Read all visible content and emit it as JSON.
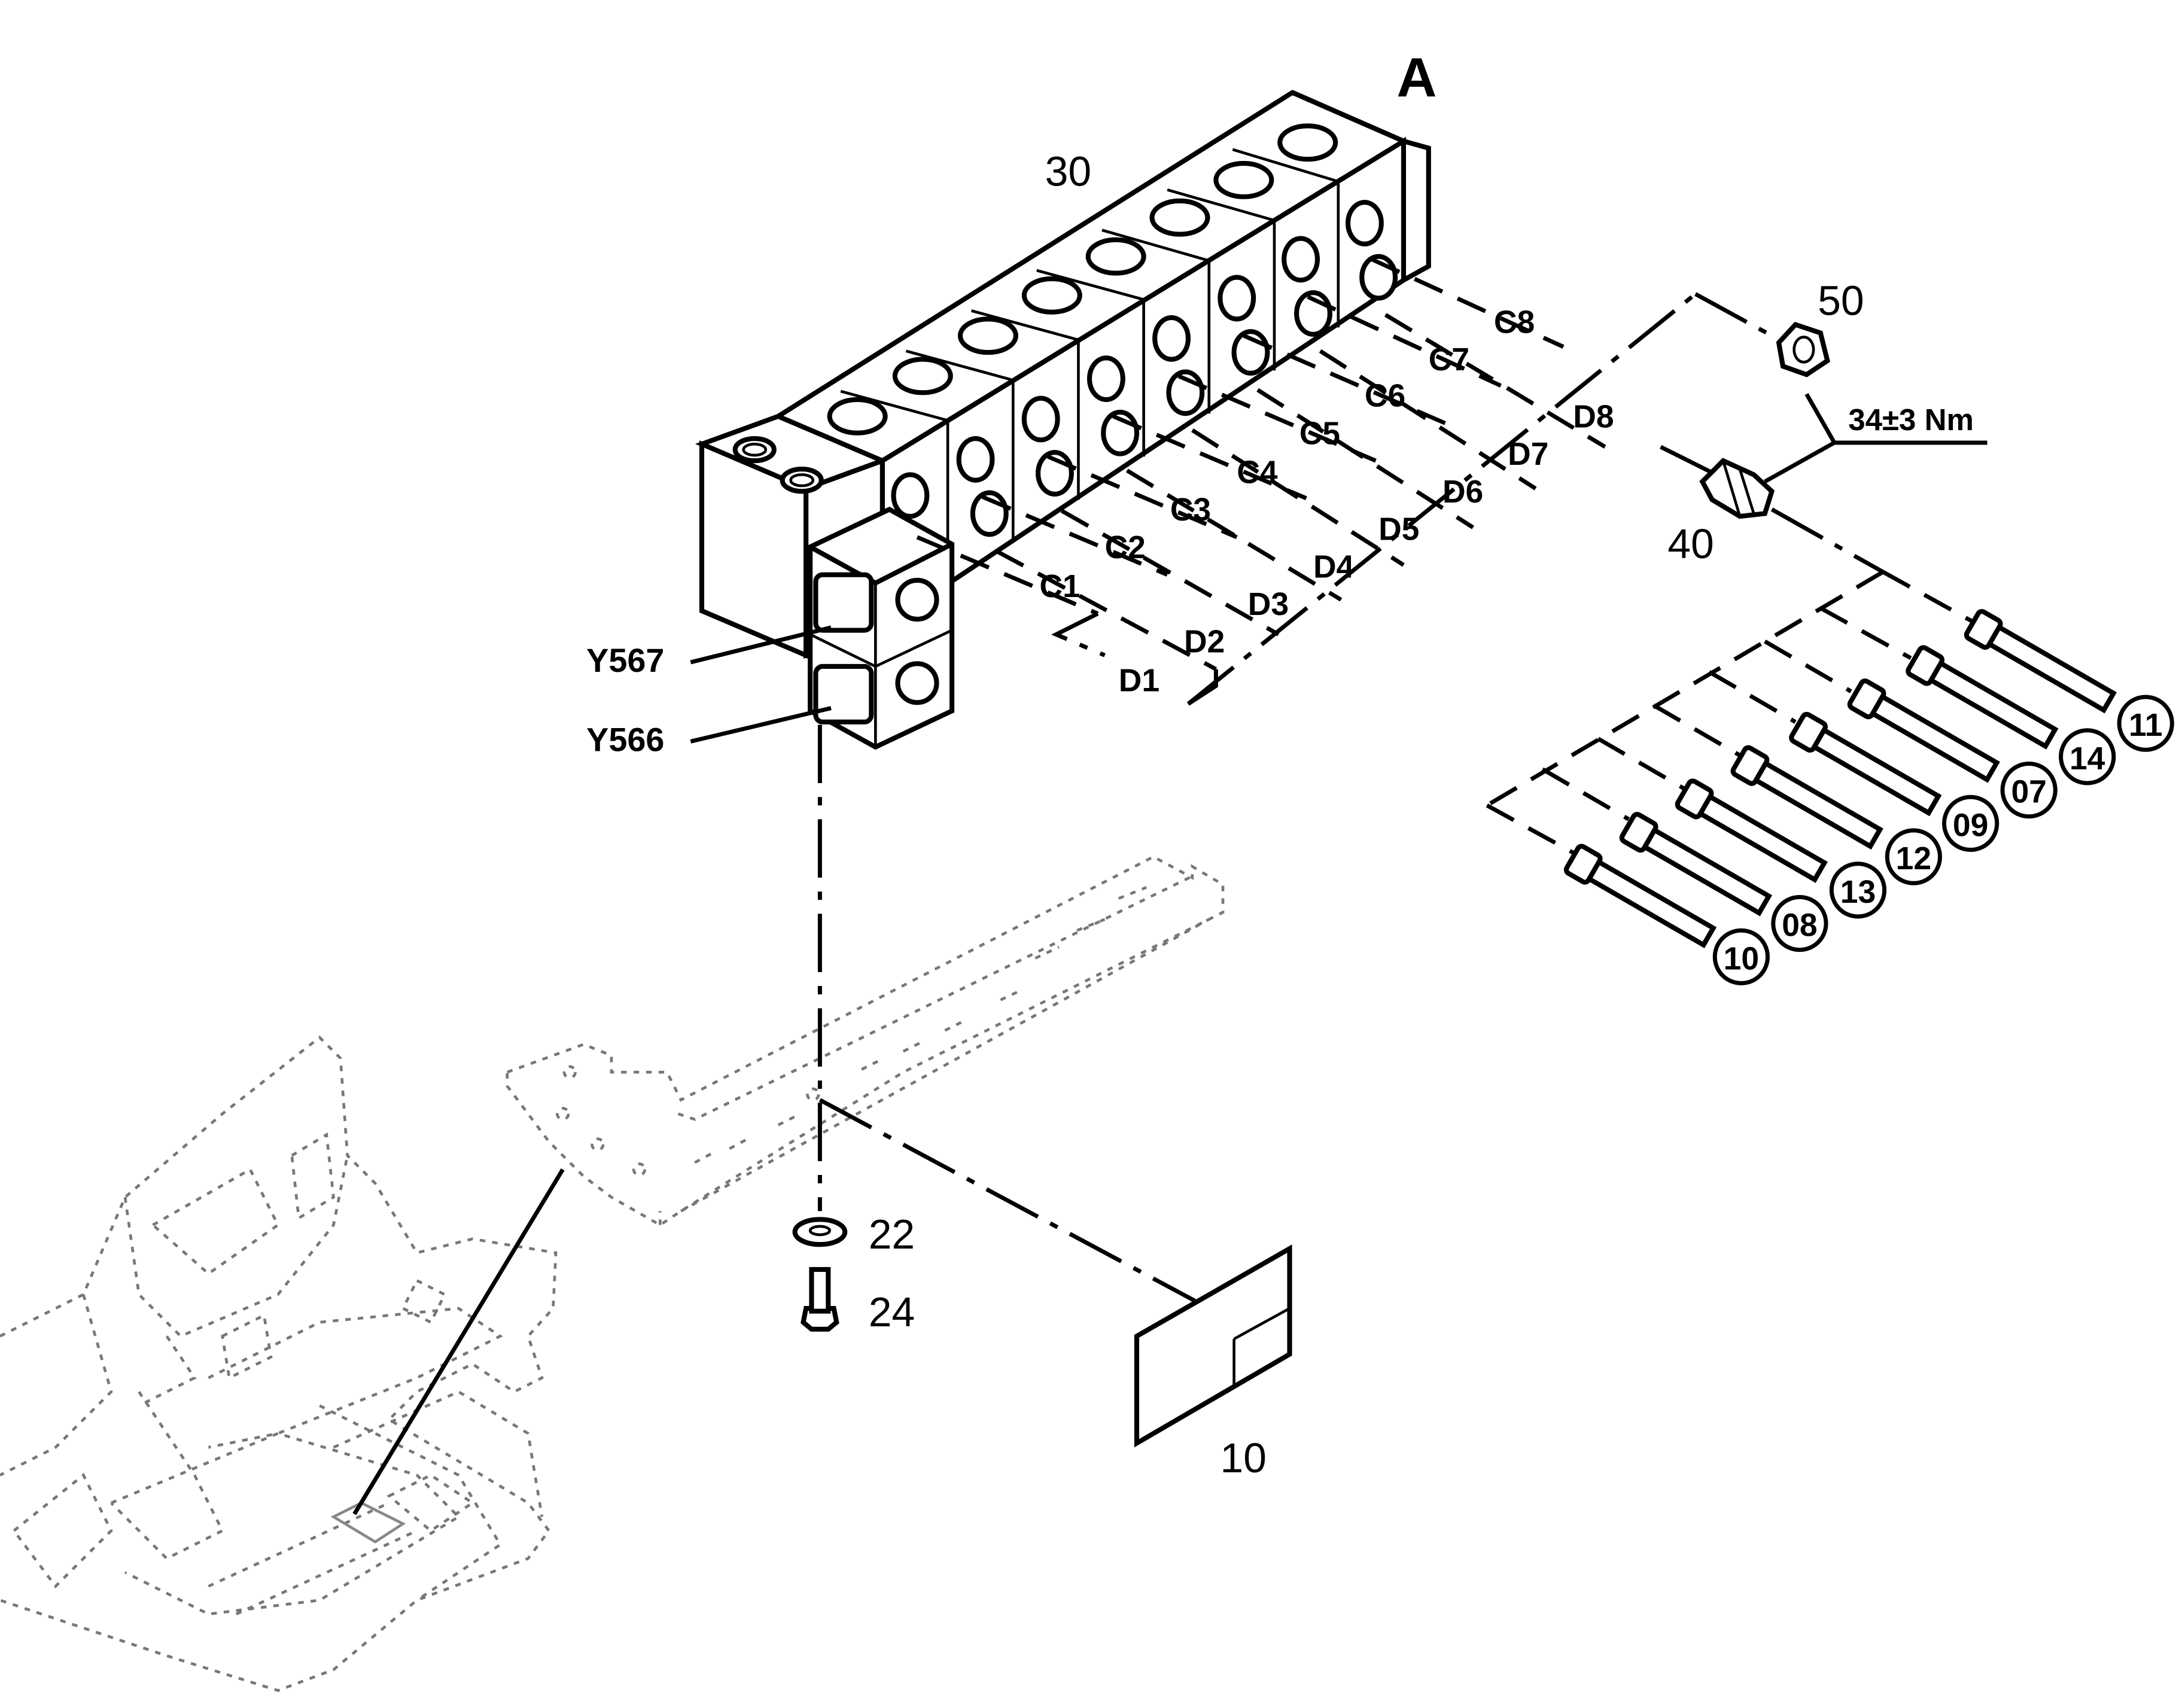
{
  "view_label": "A",
  "callouts": {
    "valve_block": "30",
    "plug": "50",
    "fitting": "40",
    "torque": "34±3 Nm",
    "decal": "10",
    "washer": "22",
    "bolt": "24",
    "solenoid_upper": "Y567",
    "solenoid_lower": "Y566"
  },
  "port_labels": {
    "C": [
      "C1",
      "C2",
      "C3",
      "C4",
      "C5",
      "C6",
      "C7",
      "C8"
    ],
    "D": [
      "D1",
      "D2",
      "D3",
      "D4",
      "D5",
      "D6",
      "D7",
      "D8"
    ]
  },
  "circled_labels": [
    "11",
    "14",
    "07",
    "09",
    "12",
    "13",
    "08",
    "10"
  ]
}
